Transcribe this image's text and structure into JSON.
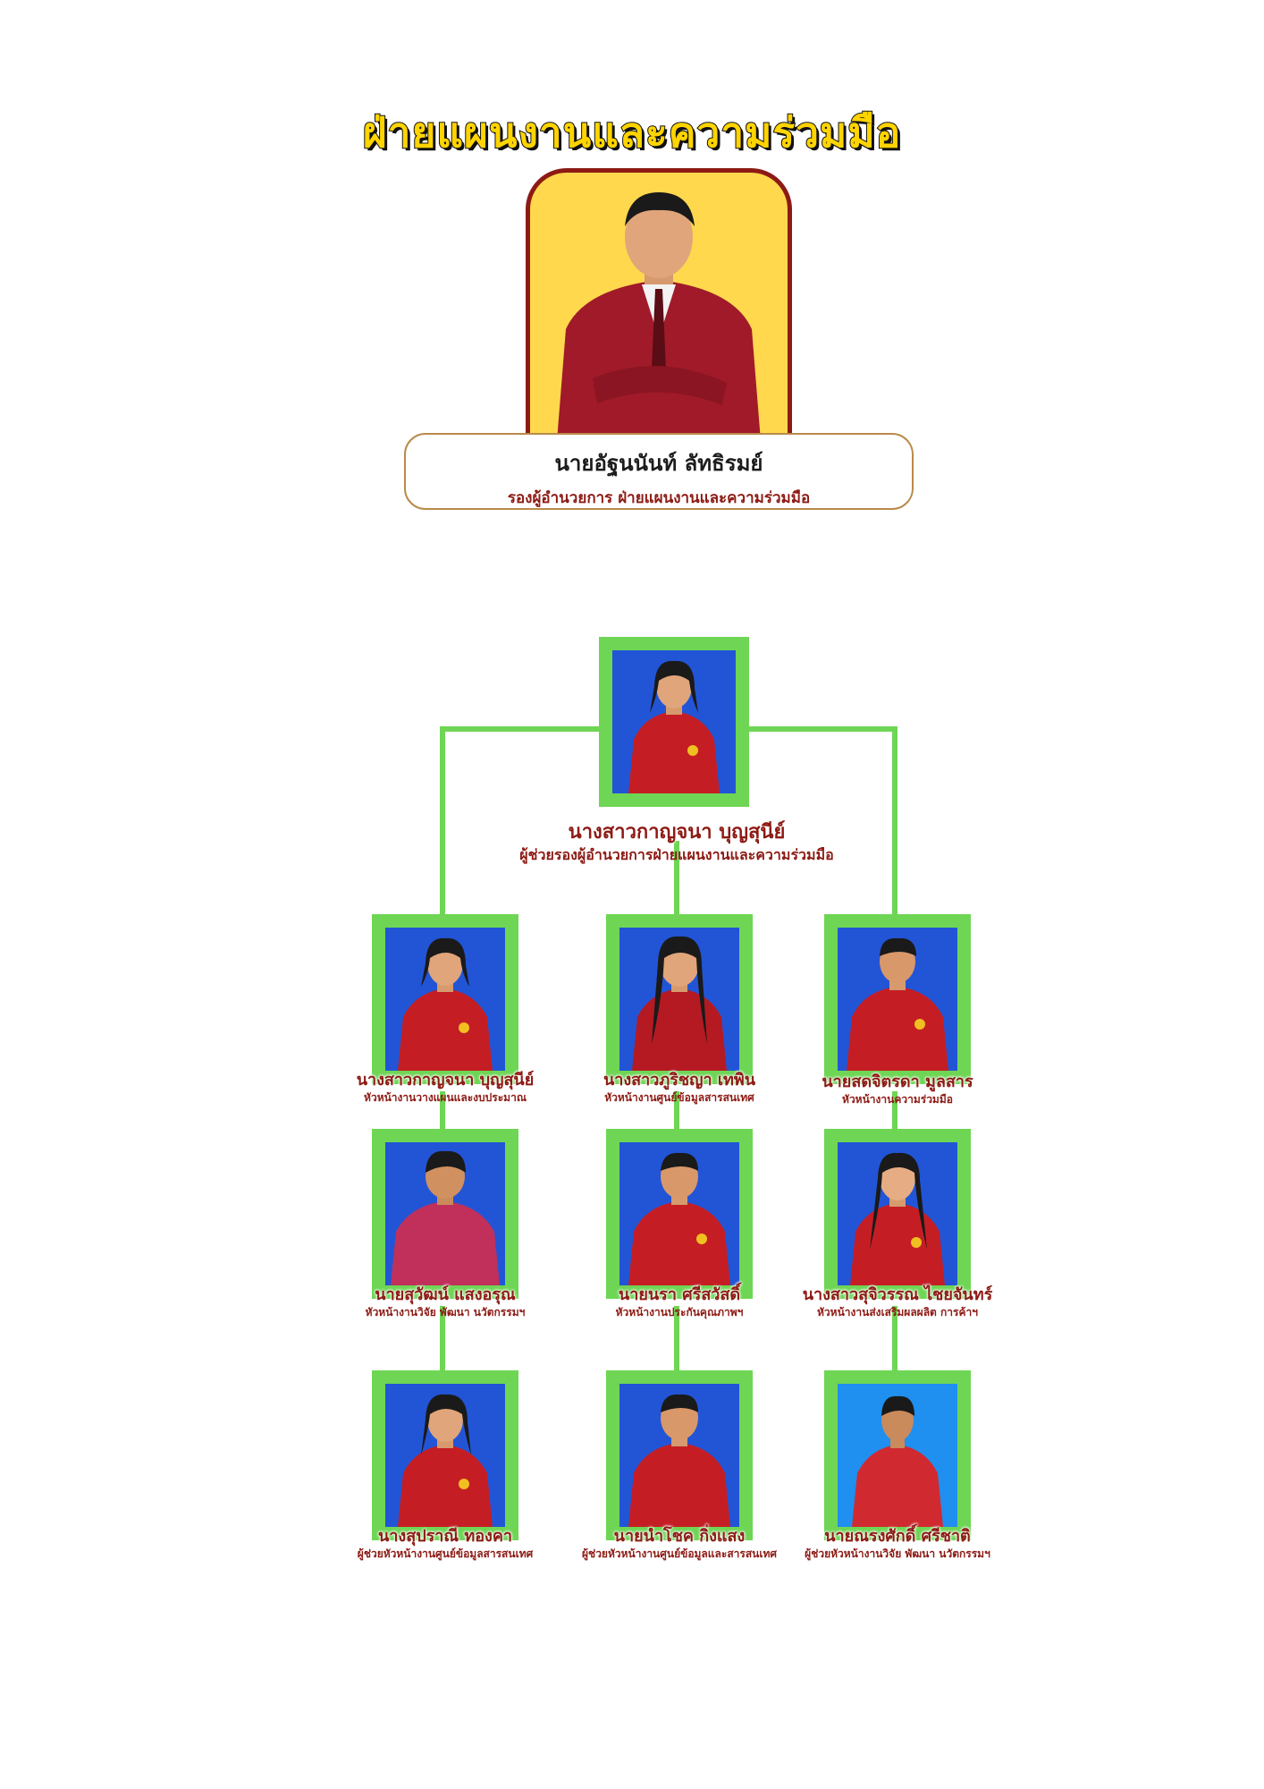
{
  "title": "ฝ่ายแผนงานและความร่วมมือ",
  "director": {
    "name": "นายอัฐนนันท์  ลัทธิรมย์",
    "role": "รองผู้อำนวยการ ฝ่ายแผนงานและความร่วมมือ"
  },
  "assistant": {
    "name": "นางสาวกาญจนา  บุญสุนีย์",
    "role": "ผู้ช่วยรองผู้อำนวยการฝ่ายแผนงานและความร่วมมือ"
  },
  "staff": {
    "r1c1": {
      "name": "นางสาวกาญจนา บุญสุนีย์",
      "role": "หัวหน้างานวางแผนและงบประมาณ"
    },
    "r1c2": {
      "name": "นางสาวภูริชญา เทพิน",
      "role": "หัวหน้างานศูนย์ข้อมูลสารสนเทศ"
    },
    "r1c3": {
      "name": "นายสดจิตรดา มูลสาร",
      "role": "หัวหน้างานความร่วมมือ"
    },
    "r2c1": {
      "name": "นายสุวัฒน์ แสงอรุณ",
      "role": "หัวหน้างานวิจัย พัฒนา นวัตกรรมฯ"
    },
    "r2c2": {
      "name": "นายนรา ศรีสวัสดิ์",
      "role": "หัวหน้างานประกันคุณภาพฯ"
    },
    "r2c3": {
      "name": "นางสาวสุจิวรรณ ไชยจันทร์",
      "role": "หัวหน้างานส่งเสริมผลผลิต การค้าฯ"
    },
    "r3c1": {
      "name": "นางสุปราณี ทองคา",
      "role": "ผู้ช่วยหัวหน้างานศูนย์ข้อมูลสารสนเทศ"
    },
    "r3c2": {
      "name": "นายนำโชค กิ่งแสง",
      "role": "ผู้ช่วยหัวหน้างานศูนย์ข้อมูลและสารสนเทศ"
    },
    "r3c3": {
      "name": "นายณรงศักดิ์ ศรีชาติ",
      "role": "ผู้ช่วยหัวหน้างานวิจัย พัฒนา นวัตกรรมฯ"
    }
  },
  "colors": {
    "accent_green": "#6ed654",
    "backdrop_blue": "#2255d6",
    "text_maroon": "#8d1a14",
    "title_yellow": "#ffd400",
    "director_bg": "#ffd84d"
  }
}
